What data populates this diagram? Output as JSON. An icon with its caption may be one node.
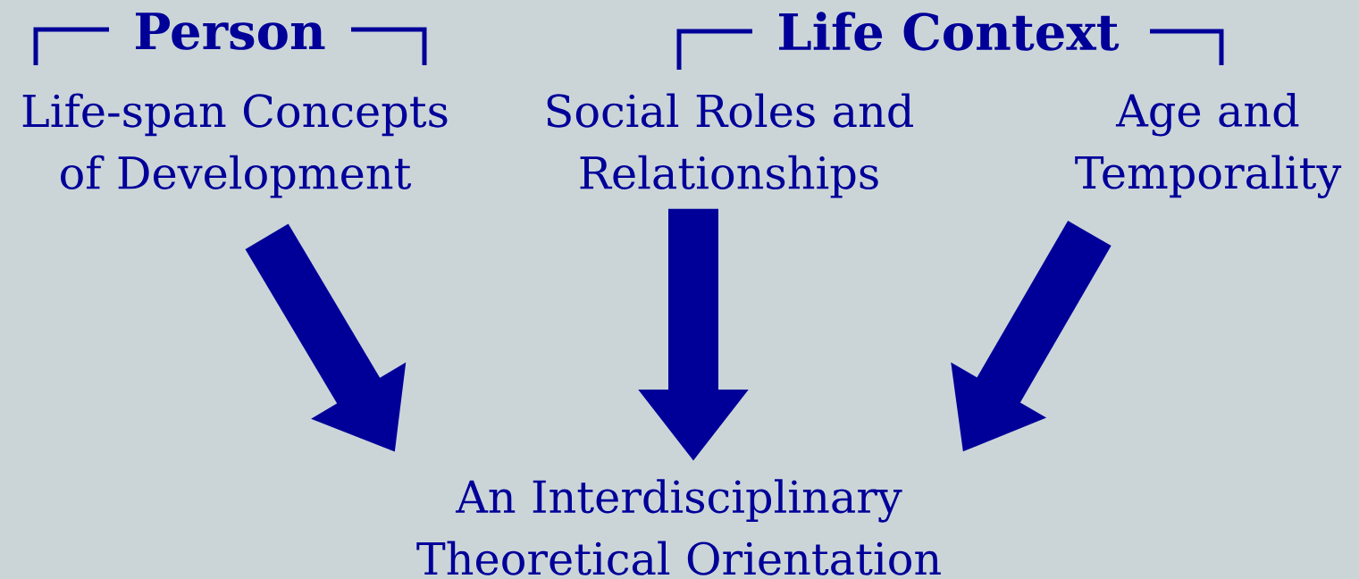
{
  "diagram": {
    "nodes": [
      {
        "text": [
          "Life-span Concepts of Development"
        ]
      },
      {
        "text": [
          "Social Roles and Relationships"
        ]
      },
      {
        "text": [
          "Age and Temporality"
        ]
      },
      {
        "text": [
          "An Interdisciplinary Theoretical Orientation"
        ]
      }
    ],
    "edges": [
      {
        "from": 0,
        "to": 3,
        "arrow": "to"
      },
      {
        "from": 1,
        "to": 3,
        "arrow": "to"
      },
      {
        "from": 2,
        "to": 3,
        "arrow": "to"
      }
    ],
    "labels": [
      "Person",
      "Life Context"
    ]
  }
}
